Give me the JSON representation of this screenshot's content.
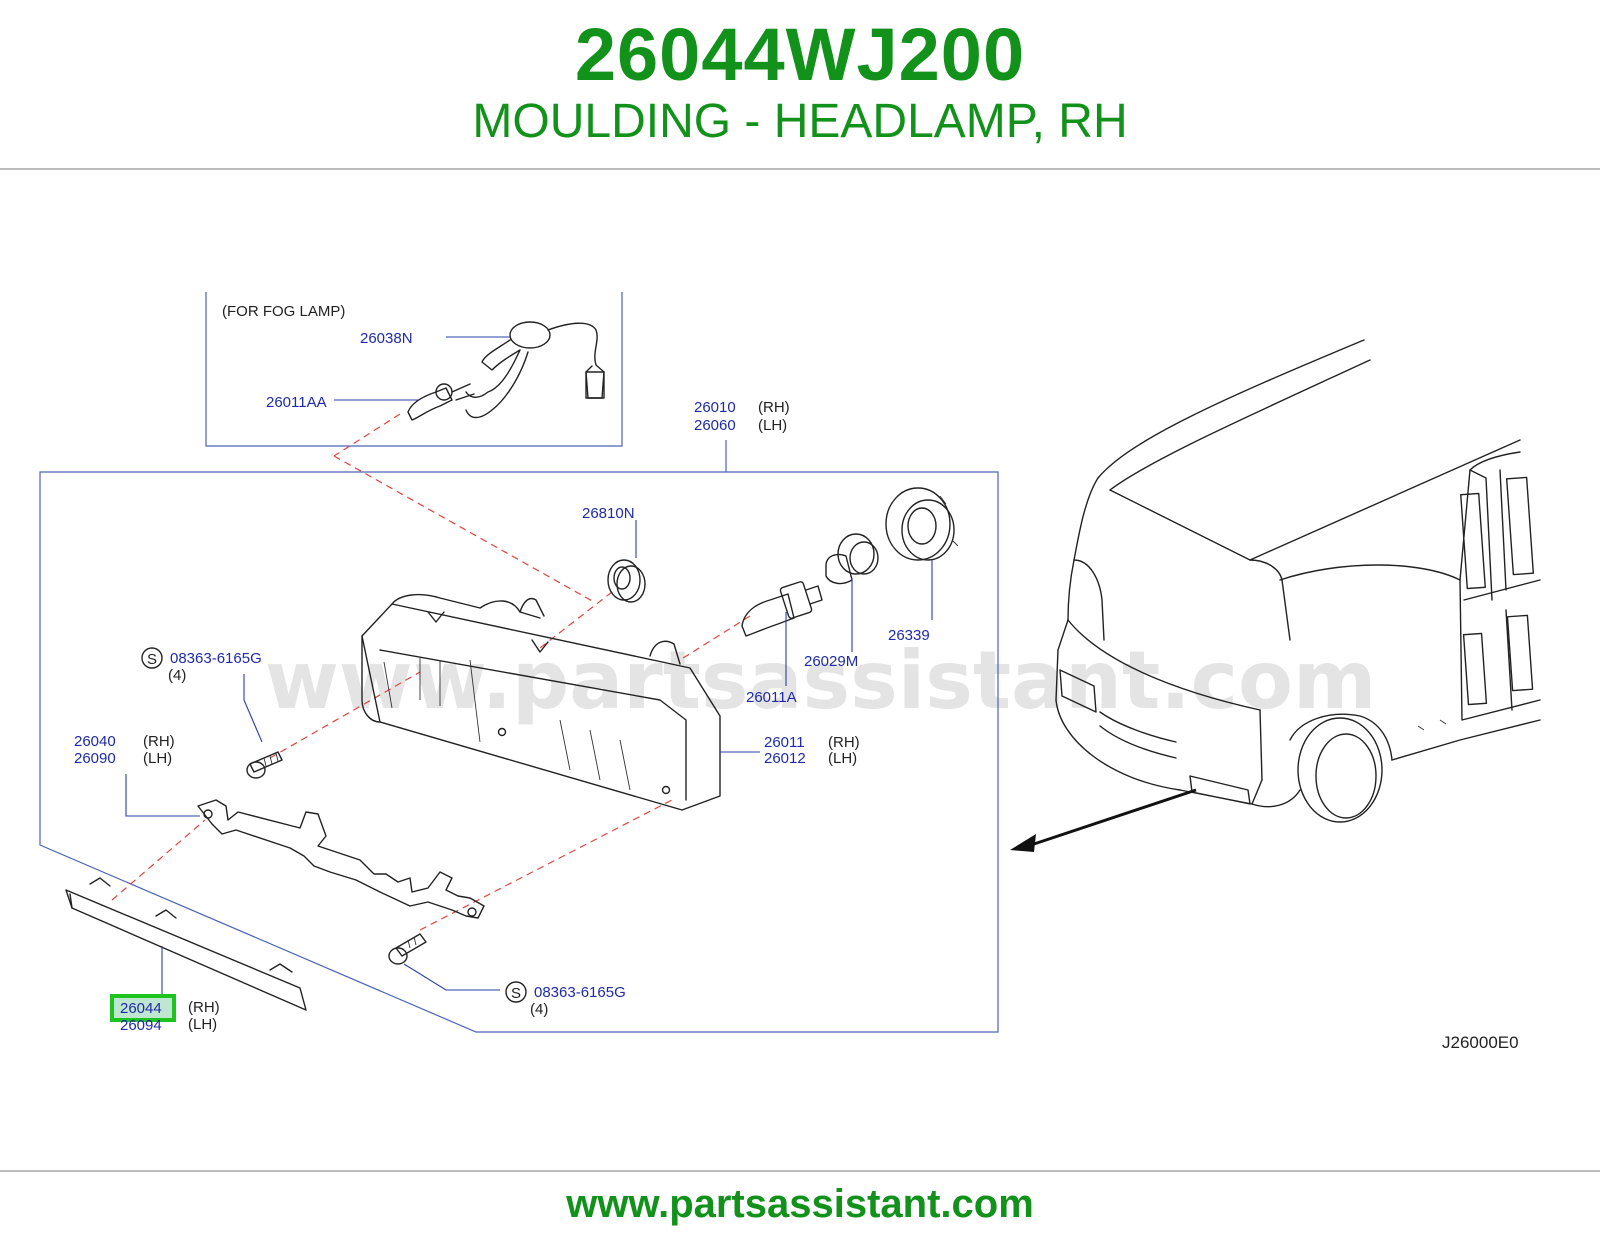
{
  "header": {
    "part_number": "26044WJ200",
    "part_name": "MOULDING - HEADLAMP, RH"
  },
  "footer": {
    "url": "www.partsassistant.com"
  },
  "watermark": "www.partsassistant.com",
  "diagram": {
    "fog_lamp_note": "(FOR  FOG  LAMP)",
    "drawing_code": "J26000E0",
    "highlight_color": "#1ec41e",
    "labels": {
      "p26038N": "26038N",
      "p26011AA": "26011AA",
      "p26010": "26010",
      "p26060": "26060",
      "p26810N": "26810N",
      "p26339": "26339",
      "p26029M": "26029M",
      "p26011A": "26011A",
      "p08363_top": "08363-6165G",
      "p08363_bottom": "08363-6165G",
      "p26040": "26040",
      "p26090": "26090",
      "p26011": "26011",
      "p26012": "26012",
      "p26044": "26044",
      "p26094": "26094"
    },
    "qualifiers": {
      "rh": "(RH)",
      "lh": "(LH)",
      "qty4": "(4)",
      "s_symbol": "S"
    }
  }
}
